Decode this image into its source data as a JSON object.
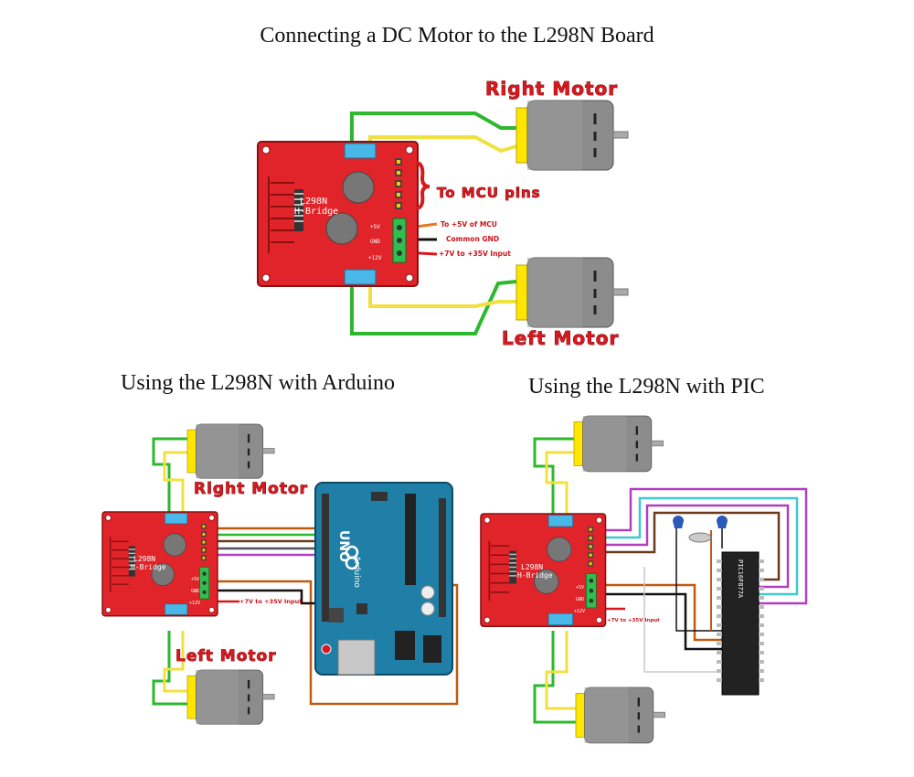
{
  "titles": {
    "main": "Connecting a DC Motor to the L298N Board",
    "arduino": "Using the L298N with Arduino",
    "pic": "Using the L298N with PIC"
  },
  "labels": {
    "right_motor": "Right Motor",
    "left_motor": "Left Motor",
    "to_mcu_pins": "To MCU pins",
    "plus5v_mcu": "To +5V of MCU",
    "common_gnd": "Common GND",
    "power_input": "+7V to +35V Input"
  },
  "board": {
    "name": "L298N",
    "subtitle": "H-Bridge",
    "pin_5v": "+5V",
    "pin_gnd": "GND",
    "pin_12v": "+12V"
  },
  "arduino": {
    "brand": "UNO",
    "model": "Arduino"
  },
  "pic": {
    "chip": "PIC16F877A"
  },
  "colors": {
    "board_red": "#e0242a",
    "board_dark": "#8a1010",
    "terminal_blue": "#49b8e8",
    "motor_gray": "#8c8c8c",
    "motor_yellow": "#ffe600",
    "wire_green": "#2eb82e",
    "wire_yellow": "#f0e040",
    "arduino_teal": "#1f7fa6",
    "wire_orange": "#c05a10",
    "wire_purple": "#b040c0",
    "wire_cyan": "#40c8d0"
  }
}
